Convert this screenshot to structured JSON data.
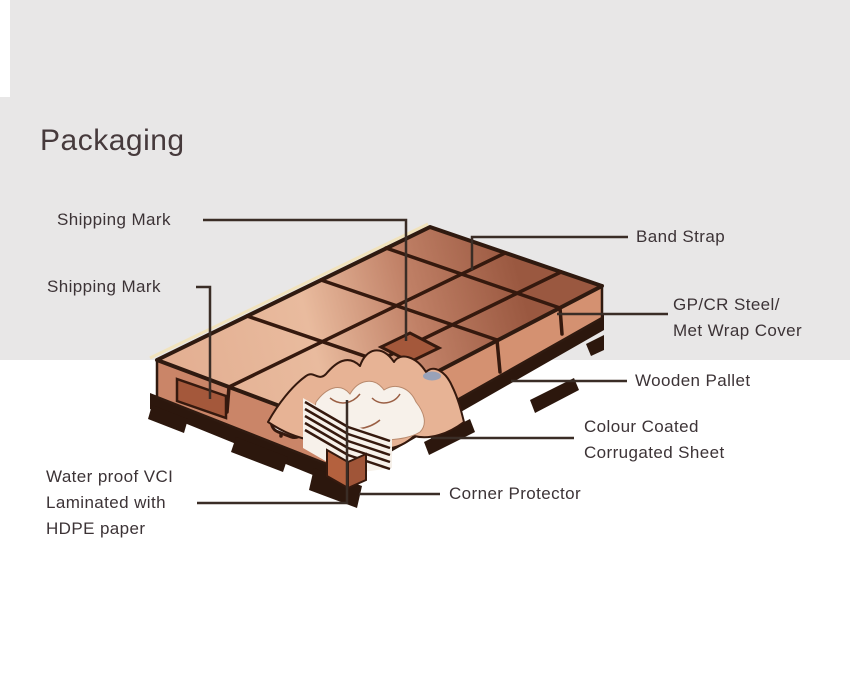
{
  "header": {
    "title": "Packaging"
  },
  "labels": {
    "shipping_mark_1": "Shipping Mark",
    "shipping_mark_2": "Shipping Mark",
    "band_strap": "Band Strap",
    "gpcr_line1": "GP/CR Steel/",
    "gpcr_line2": "Met Wrap Cover",
    "wooden_pallet": "Wooden Pallet",
    "colour_line1": "Colour Coated",
    "colour_line2": "Corrugated Sheet",
    "corner_protector": "Corner Protector",
    "waterproof_line1": "Water proof VCI",
    "waterproof_line2": "Laminated with",
    "waterproof_line3": "HDPE paper"
  },
  "colors": {
    "gray_band": "#e8e7e7",
    "title": "#463a3c",
    "text": "#3c3336",
    "leader": "#3a2d26",
    "strap": "#35190e",
    "outline": "#2f1a10",
    "wrap_light": "#e2ad90",
    "wrap_lighter": "#e9bb9e",
    "wrap_mid": "#c08066",
    "wrap_dark": "#9a5840",
    "wrap_left_face": "#ca8568",
    "wrap_right_face": "#d49171",
    "mark": "#a4583b",
    "pallet": "#2c170d",
    "paper_salmon": "#e7b395",
    "paper_white": "#f7f1ea",
    "protector": "#b4613e",
    "protector_dark": "#a05538",
    "highlight": "#f1e3bd",
    "hole_fill": "#f4f2ef",
    "patch_blue": "#99a2b8"
  }
}
